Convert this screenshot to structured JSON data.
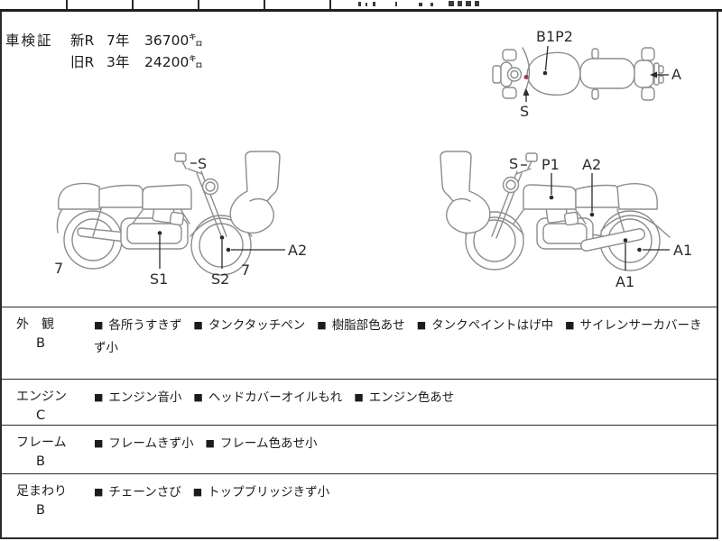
{
  "inspection": {
    "title": "車検証",
    "rows": [
      {
        "label": "新R",
        "years": "7年",
        "distance": "36700㌔"
      },
      {
        "label": "旧R",
        "years": "3年",
        "distance": "24200㌔"
      }
    ]
  },
  "diagram": {
    "line_color": "#8d8d8d",
    "marker_color": "#2b2b2b",
    "red_dot_color": "#9e3f52",
    "top_view": {
      "labels": {
        "b1p2": "B1P2",
        "a": "A",
        "s": "S"
      }
    },
    "left_view": {
      "labels": {
        "s": "S",
        "s1": "S1",
        "s2": "S2",
        "a2": "A2",
        "seven_rear": "7",
        "seven_front": "7"
      }
    },
    "right_view": {
      "labels": {
        "s": "S",
        "p1": "P1",
        "a2": "A2",
        "a1_wheel": "A1",
        "a1_muffler": "A1"
      }
    }
  },
  "conditions": {
    "bullet": "■",
    "rows": [
      {
        "category": "外　観",
        "grade": "B",
        "items": [
          "各所うすきず",
          "タンクタッチペン",
          "樹脂部色あせ",
          "タンクペイントはげ中",
          "サイレンサーカバーきず小"
        ]
      },
      {
        "category": "エンジン",
        "grade": "C",
        "items": [
          "エンジン音小",
          "ヘッドカバーオイルもれ",
          "エンジン色あせ"
        ]
      },
      {
        "category": "フレーム",
        "grade": "B",
        "items": [
          "フレームきず小",
          "フレーム色あせ小"
        ]
      },
      {
        "category": "足まわり",
        "grade": "B",
        "items": [
          "チェーンさび",
          "トップブリッジきず小"
        ]
      }
    ]
  }
}
